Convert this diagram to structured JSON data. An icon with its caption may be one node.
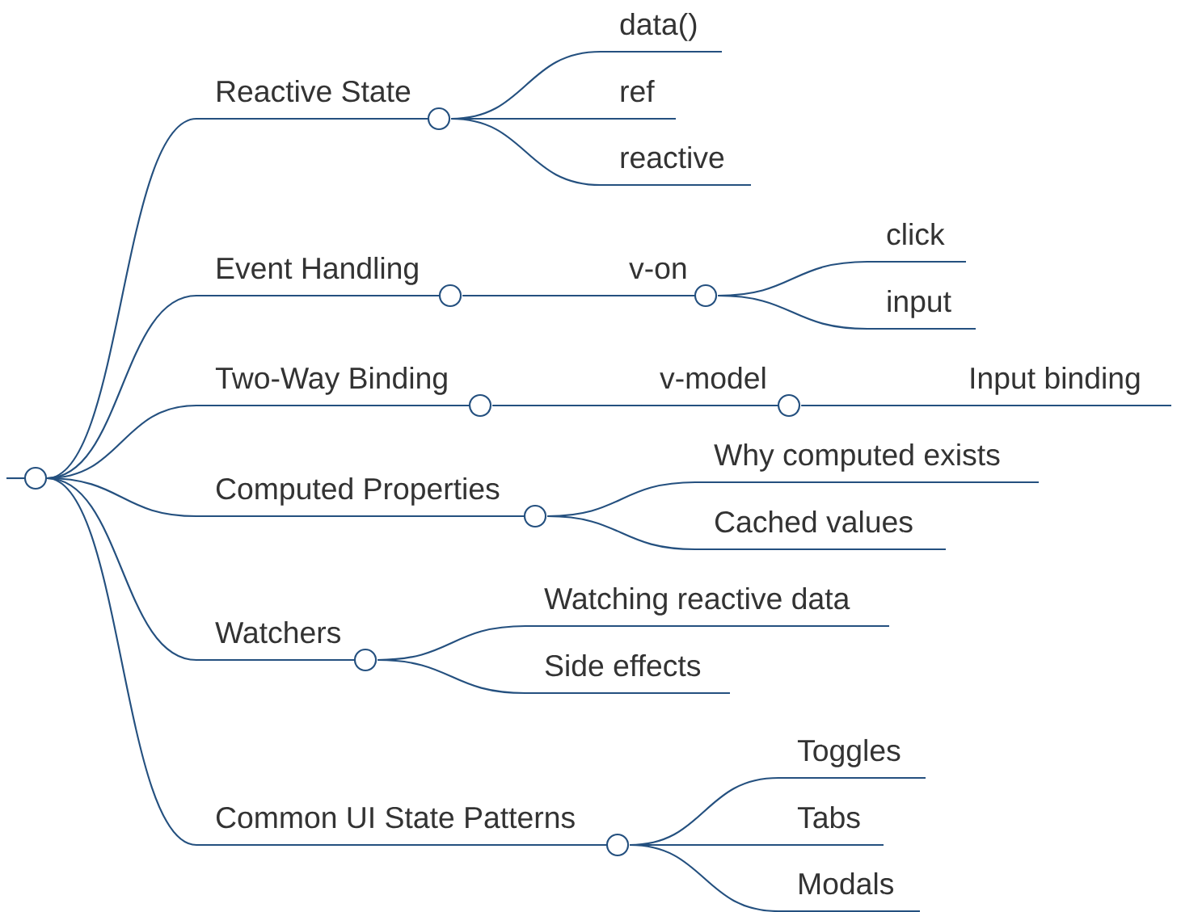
{
  "diagram": {
    "nodes": [
      {
        "text": [],
        "shape": "circle"
      },
      {
        "text": [
          "Reactive State"
        ]
      },
      {
        "text": [
          "data()"
        ]
      },
      {
        "text": [
          "ref"
        ]
      },
      {
        "text": [
          "reactive"
        ]
      },
      {
        "text": [
          "Event Handling"
        ]
      },
      {
        "text": [
          "v-on"
        ]
      },
      {
        "text": [
          "click"
        ]
      },
      {
        "text": [
          "input"
        ]
      },
      {
        "text": [
          "Two-Way Binding"
        ]
      },
      {
        "text": [
          "v-model"
        ]
      },
      {
        "text": [
          "Input binding"
        ]
      },
      {
        "text": [
          "Computed Properties"
        ]
      },
      {
        "text": [
          "Why computed exists"
        ]
      },
      {
        "text": [
          "Cached values"
        ]
      },
      {
        "text": [
          "Watchers"
        ]
      },
      {
        "text": [
          "Watching reactive data"
        ]
      },
      {
        "text": [
          "Side effects"
        ]
      },
      {
        "text": [
          "Common UI State Patterns"
        ]
      },
      {
        "text": [
          "Toggles"
        ]
      },
      {
        "text": [
          "Tabs"
        ]
      },
      {
        "text": [
          "Modals"
        ]
      }
    ],
    "edges": [
      {
        "from": 0,
        "to": 1,
        "arrow": "none"
      },
      {
        "from": 1,
        "to": 2,
        "arrow": "none"
      },
      {
        "from": 1,
        "to": 3,
        "arrow": "none"
      },
      {
        "from": 1,
        "to": 4,
        "arrow": "none"
      },
      {
        "from": 0,
        "to": 5,
        "arrow": "none"
      },
      {
        "from": 5,
        "to": 6,
        "arrow": "none"
      },
      {
        "from": 6,
        "to": 7,
        "arrow": "none"
      },
      {
        "from": 6,
        "to": 8,
        "arrow": "none"
      },
      {
        "from": 0,
        "to": 9,
        "arrow": "none"
      },
      {
        "from": 9,
        "to": 10,
        "arrow": "none"
      },
      {
        "from": 10,
        "to": 11,
        "arrow": "none"
      },
      {
        "from": 0,
        "to": 12,
        "arrow": "none"
      },
      {
        "from": 12,
        "to": 13,
        "arrow": "none"
      },
      {
        "from": 12,
        "to": 14,
        "arrow": "none"
      },
      {
        "from": 0,
        "to": 15,
        "arrow": "none"
      },
      {
        "from": 15,
        "to": 16,
        "arrow": "none"
      },
      {
        "from": 15,
        "to": 17,
        "arrow": "none"
      },
      {
        "from": 0,
        "to": 18,
        "arrow": "none"
      },
      {
        "from": 18,
        "to": 19,
        "arrow": "none"
      },
      {
        "from": 18,
        "to": 20,
        "arrow": "none"
      },
      {
        "from": 18,
        "to": 21,
        "arrow": "none"
      }
    ]
  }
}
